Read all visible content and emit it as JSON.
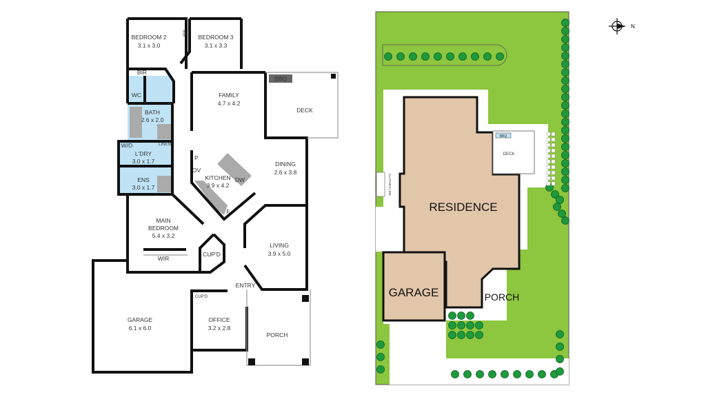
{
  "floor_plan": {
    "rooms": {
      "bedroom2": {
        "name": "BEDROOM 2",
        "size": "3.1 x 3.0"
      },
      "bedroom3": {
        "name": "BEDROOM 3",
        "size": "3.1 x 3.3"
      },
      "family": {
        "name": "FAMILY",
        "size": "4.7 x 4.2"
      },
      "deck": {
        "name": "DECK"
      },
      "bath": {
        "name": "BATH",
        "size": "2.6 x 2.0"
      },
      "laundry": {
        "name": "L'DRY",
        "size": "3.0 x 1.7"
      },
      "ensuite": {
        "name": "ENS",
        "size": "3.0 x 1.7"
      },
      "kitchen": {
        "name": "KITCHEN",
        "size": "3.9 x 4.2"
      },
      "dining": {
        "name": "DINING",
        "size": "2.6 x 3.8"
      },
      "main_bedroom": {
        "line1": "MAIN",
        "line2": "BEDROOM",
        "size": "5.4 x 3.2"
      },
      "living": {
        "name": "LIVING",
        "size": "3.9 x 5.0"
      },
      "garage": {
        "name": "GARAGE",
        "size": "6.1 x 6.0"
      },
      "office": {
        "name": "OFFICE",
        "size": "3.2 x 2.8"
      },
      "porch": {
        "name": "PORCH"
      }
    },
    "labels": {
      "bir1": "BIR",
      "bir2": "BIR",
      "wc": "WC",
      "wd": "W/D",
      "linen": "LINEN",
      "bbq": "BBQ",
      "pantry": "P",
      "oven": "OV",
      "dishwasher": "DW",
      "fridge": "F",
      "wir": "WIR",
      "cupd1": "CUP'D",
      "cupd2": "CUP'D",
      "entry": "ENTRY"
    }
  },
  "site_plan": {
    "residence": "RESIDENCE",
    "garage": "GARAGE",
    "porch": "PORCH",
    "deck": "DECK",
    "bbq": "BBQ",
    "clothes_line": "CLOTHES LINE",
    "compass_north": "N",
    "colors": {
      "lawn": "#8dc63f",
      "building": "#e2c6aa",
      "wet_area": "#bfe3f5",
      "tree": "#1e9a3c"
    }
  }
}
